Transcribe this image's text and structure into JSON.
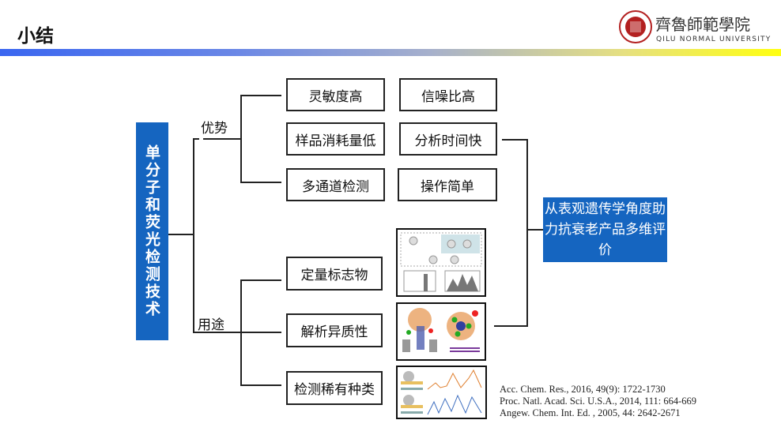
{
  "header": {
    "title": "小结",
    "logo": {
      "chinese": "齊魯師範學院",
      "english": "QILU NORMAL UNIVERSITY"
    }
  },
  "diagram": {
    "root": "单分子和荧光检测技术",
    "advantages": {
      "label": "优势",
      "items": [
        "灵敏度高",
        "信噪比高",
        "样品消耗量低",
        "分析时间快",
        "多通道检测",
        "操作简单"
      ]
    },
    "uses": {
      "label": "用途",
      "items": [
        "定量标志物",
        "解析异质性",
        "检测稀有种类"
      ]
    },
    "conclusion": "从表观遗传学角度助力抗衰老产品多维评价"
  },
  "references": [
    "Acc. Chem. Res., 2016, 49(9): 1722-1730",
    "Proc. Natl. Acad. Sci. U.S.A., 2014, 111: 664-669",
    "Angew. Chem. Int. Ed. , 2005, 44: 2642-2671"
  ],
  "colors": {
    "accent": "#1565c0"
  }
}
